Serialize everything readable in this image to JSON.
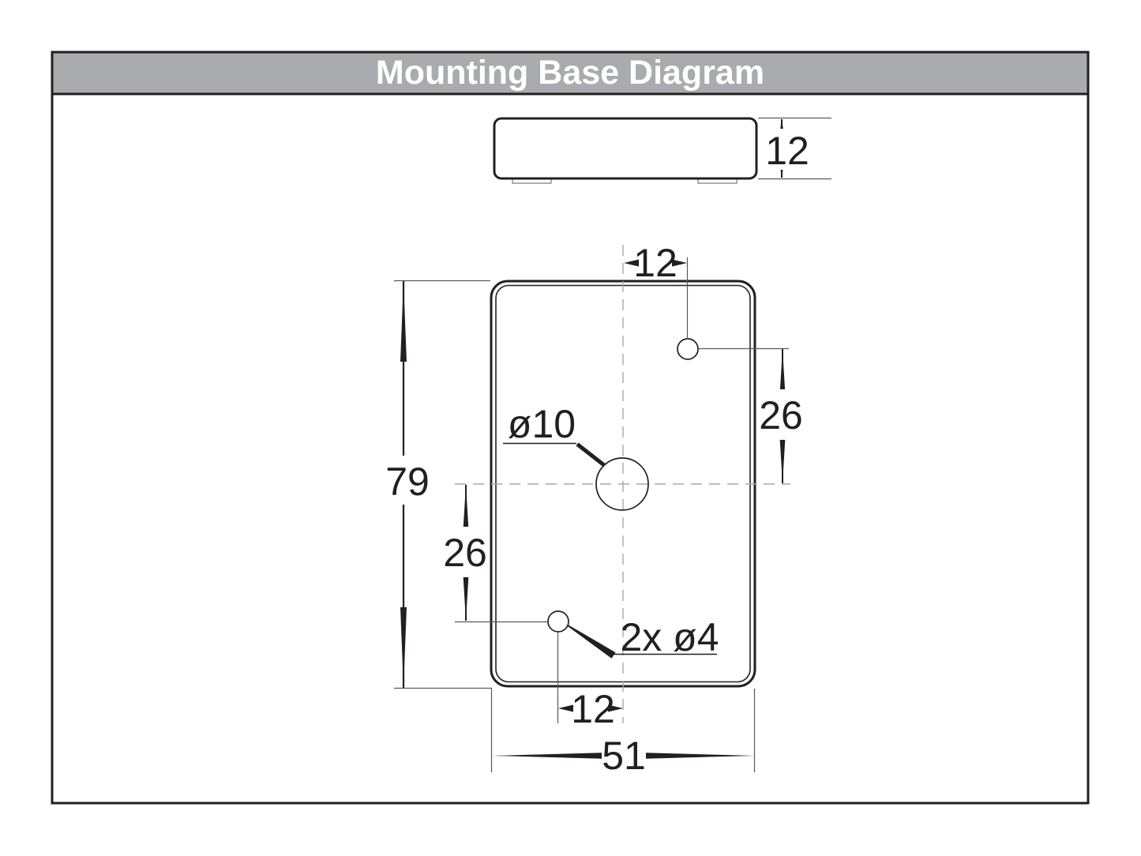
{
  "title": "Mounting Base Diagram",
  "colors": {
    "header_bg": "#a9abae",
    "header_text": "#ffffff",
    "main_line": "#231f20",
    "thin_line": "#58595b",
    "centerline": "#a7a9ac"
  },
  "side_view": {
    "thickness_label": "12"
  },
  "plan_view": {
    "width_label": "51",
    "height_label": "79",
    "center_hole_label": "ø10",
    "mount_holes_label": "2x ø4",
    "top_hole_x_offset_label": "12",
    "top_hole_y_spacing_label": "26",
    "bottom_hole_y_spacing_label": "26",
    "bottom_hole_x_offset_label": "12"
  }
}
